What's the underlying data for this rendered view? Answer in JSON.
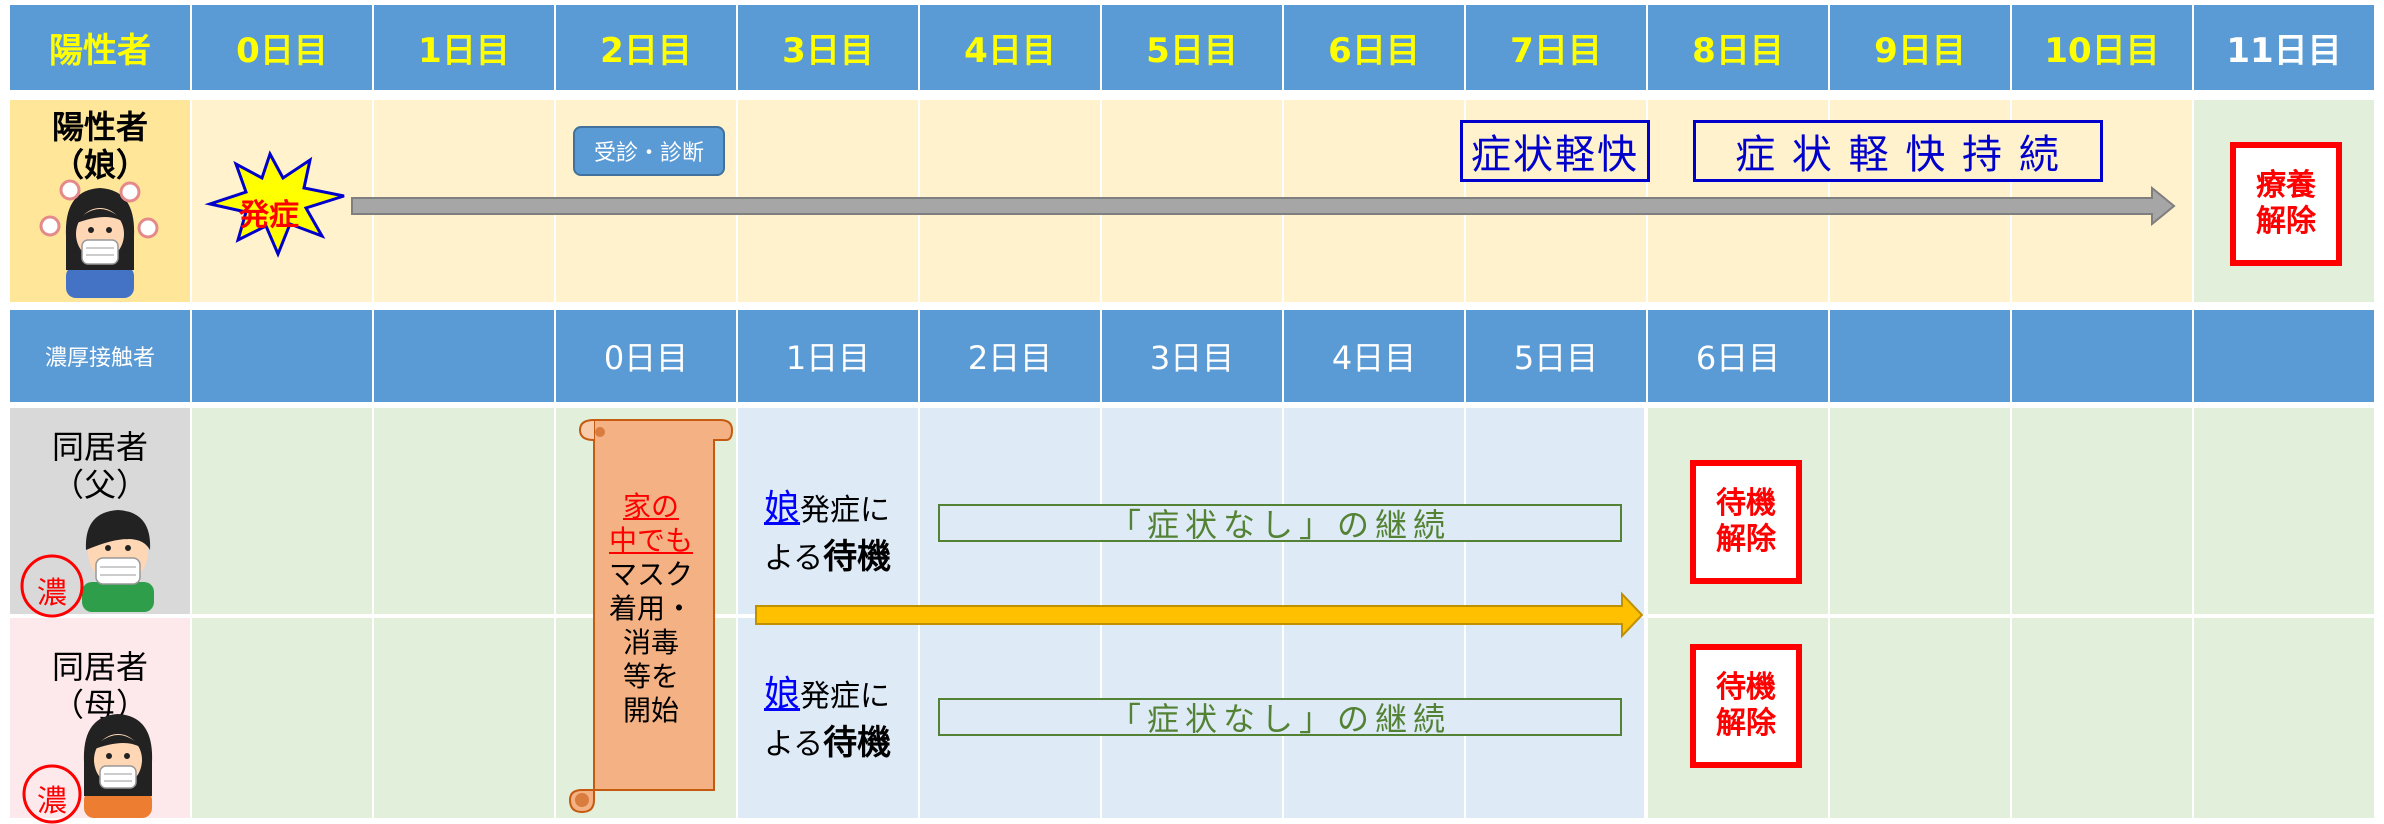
{
  "header": {
    "label": "陽性者",
    "days": [
      "0日目",
      "1日目",
      "2日目",
      "3日目",
      "4日目",
      "5日目",
      "6日目",
      "7日目",
      "8日目",
      "9日目",
      "10日目",
      "11日目"
    ]
  },
  "positive_row": {
    "label_line1": "陽性者",
    "label_line2": "（娘）",
    "onset": "発症",
    "visit_button": "受診・診断",
    "symptoms_eased": "症状軽快",
    "symptoms_eased_continued": "症 状 軽 快 持 続",
    "release_line1": "療養",
    "release_line2": "解除"
  },
  "contact_header": {
    "label": "濃厚接触者",
    "days": [
      "0日目",
      "1日目",
      "2日目",
      "3日目",
      "4日目",
      "5日目",
      "6日目"
    ]
  },
  "father_row": {
    "label_line1": "同居者",
    "label_line2": "（父）",
    "close_contact_mark": "濃",
    "wait_daughter": "娘",
    "wait_part1": "発症に",
    "wait_part2": "よる",
    "wait_bold": "待機",
    "no_symptoms": "「症状なし」の継続",
    "release_line1": "待機",
    "release_line2": "解除"
  },
  "mother_row": {
    "label_line1": "同居者",
    "label_line2": "（母）",
    "close_contact_mark": "濃",
    "wait_daughter": "娘",
    "wait_part1": "発症に",
    "wait_part2": "よる",
    "wait_bold": "待機",
    "no_symptoms": "「症状なし」の継続",
    "release_line1": "待機",
    "release_line2": "解除"
  },
  "scroll": {
    "red_line1": "家の",
    "red_line2": "中でも",
    "line3": "マスク",
    "line4": "着用・",
    "line5": "消毒",
    "line6": "等を",
    "line7": "開始"
  },
  "colors": {
    "header_blue": "#5b9bd5",
    "header_yellow_text": "#ffff00",
    "positive_bg": "#fff2cc",
    "contact_green": "#e2efda",
    "wait_blue": "#deebf7",
    "release_red": "#ff0000",
    "arrow_gray": "#a6a6a6",
    "arrow_orange": "#ffc000",
    "scroll_salmon": "#f4b183"
  }
}
